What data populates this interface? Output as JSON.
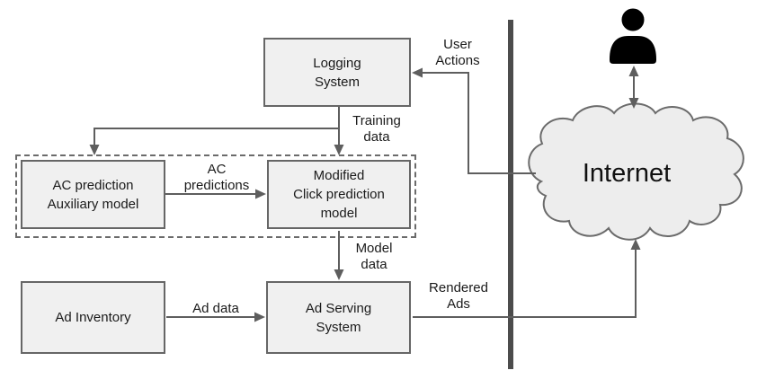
{
  "diagram": {
    "boxes": {
      "logging": {
        "lines": [
          "Logging",
          "System"
        ]
      },
      "ac_auxiliary": {
        "lines": [
          "AC prediction",
          "Auxiliary model"
        ]
      },
      "click_prediction": {
        "lines": [
          "Modified",
          "Click prediction",
          "model"
        ]
      },
      "ad_inventory": {
        "lines": [
          "Ad Inventory"
        ]
      },
      "ad_serving": {
        "lines": [
          "Ad Serving",
          "System"
        ]
      }
    },
    "edge_labels": {
      "user_actions": {
        "lines": [
          "User",
          "Actions"
        ]
      },
      "training_data": {
        "lines": [
          "Training",
          "data"
        ]
      },
      "ac_predictions": {
        "lines": [
          "AC",
          "predictions"
        ]
      },
      "model_data": {
        "lines": [
          "Model",
          "data"
        ]
      },
      "ad_data": {
        "lines": [
          "Ad data"
        ]
      },
      "rendered_ads": {
        "lines": [
          "Rendered",
          "Ads"
        ]
      }
    },
    "cloud": {
      "label": "Internet"
    },
    "icons": {
      "user": "user-icon"
    },
    "colors": {
      "box_fill": "#f0f0f0",
      "box_border": "#666666",
      "connector": "#5e5e5e",
      "divider": "#4c4c4c",
      "cloud_fill": "#ededed",
      "cloud_border": "#6b6b6b",
      "icon": "#000000",
      "text": "#1a1a1a"
    }
  }
}
